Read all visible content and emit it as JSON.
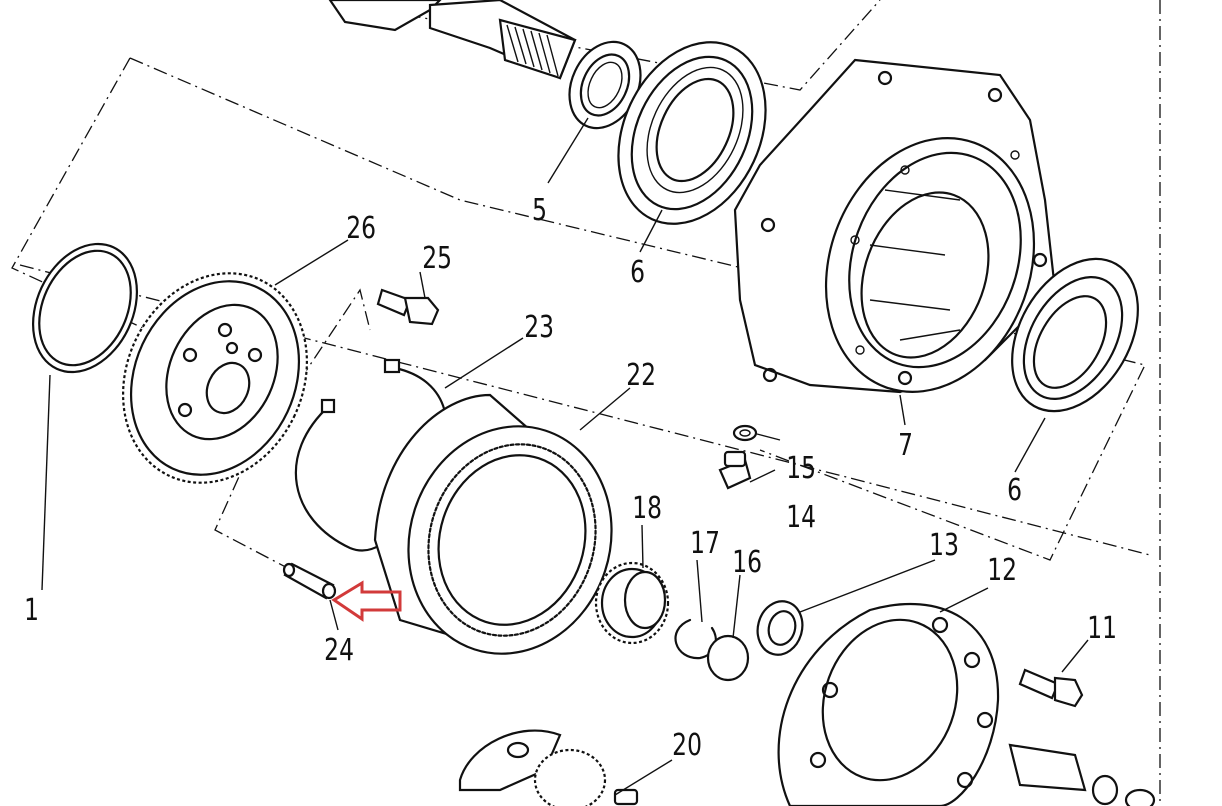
{
  "diagram": {
    "kind": "exploded-parts-view",
    "callouts": [
      "1",
      "5",
      "6",
      "6",
      "7",
      "11",
      "12",
      "13",
      "14",
      "15",
      "16",
      "17",
      "18",
      "20",
      "22",
      "23",
      "24",
      "25",
      "26"
    ],
    "highlight": {
      "part": "24",
      "marker": "arrow",
      "color": "#d23a3a"
    }
  }
}
